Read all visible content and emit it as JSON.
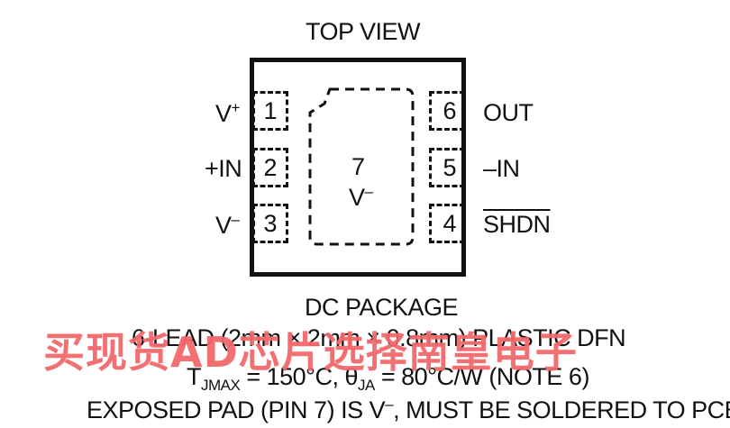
{
  "title": "TOP VIEW",
  "pins_left": [
    {
      "label_main": "V",
      "label_sup": "+",
      "number": "1"
    },
    {
      "label_main": "+IN",
      "label_sup": "",
      "number": "2"
    },
    {
      "label_main": "V",
      "label_sup": "–",
      "number": "3"
    }
  ],
  "pins_right": [
    {
      "label": "OUT",
      "number": "6"
    },
    {
      "label": "–IN",
      "number": "5"
    },
    {
      "label": "SHDN",
      "number": "4"
    }
  ],
  "exposed_pad": {
    "number": "7",
    "label_main": "V",
    "label_sup": "–"
  },
  "caption": {
    "package": "DC PACKAGE",
    "lead": "6-LEAD (2mm × 2mm × 0.8mm) PLASTIC DFN",
    "thermal": {
      "t": "T",
      "t_sub": "JMAX",
      "t_val": " = 150°C, ",
      "theta": "θ",
      "theta_sub": "JA",
      "theta_val": " = 80°C/W (NOTE 6)"
    },
    "exposed_note_a": "EXPOSED PAD (PIN 7) IS V",
    "exposed_note_sup": "–",
    "exposed_note_b": ", MUST BE SOLDERED TO PCB"
  },
  "watermark": "买现货AD芯片选择南皇电子"
}
